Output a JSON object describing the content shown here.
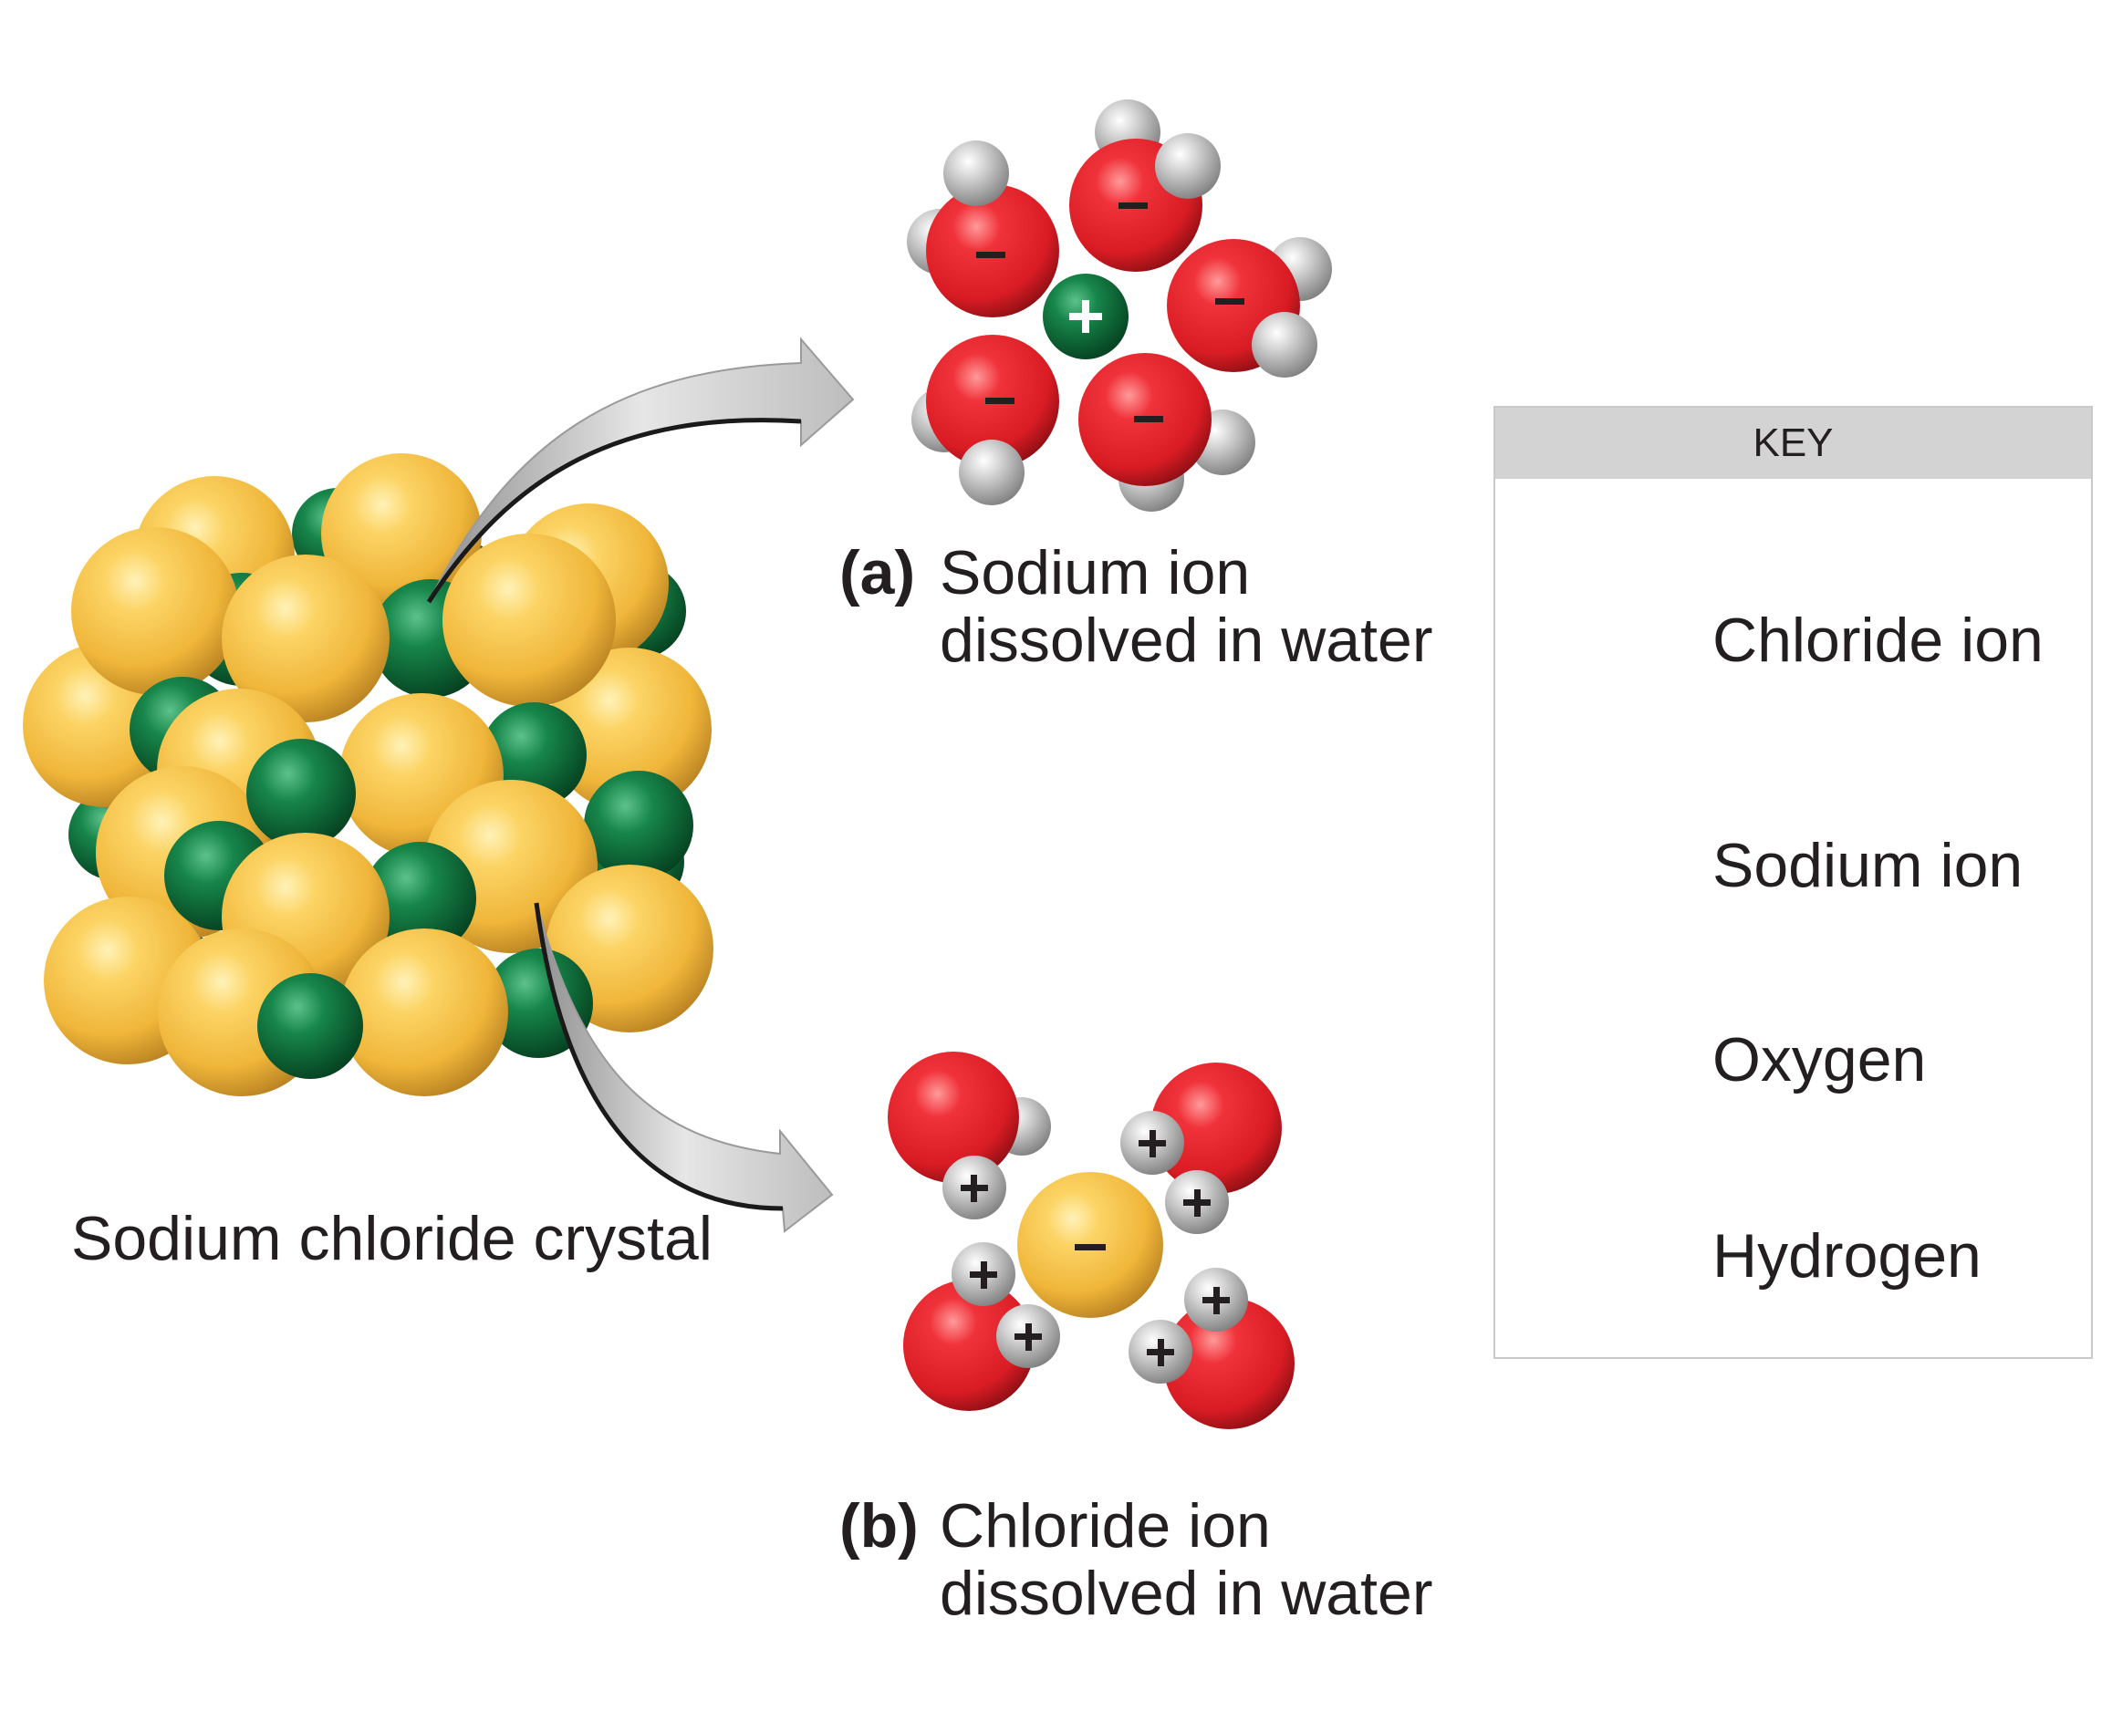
{
  "figure": {
    "crystal_label": "Sodium chloride crystal",
    "panel_a": {
      "tag": "(a)",
      "line1": "Sodium ion",
      "line2": "dissolved in water",
      "center_charge": "+",
      "water_charge": "–"
    },
    "panel_b": {
      "tag": "(b)",
      "line1": "Chloride ion",
      "line2": "dissolved in water",
      "center_charge": "–",
      "water_charge": "+"
    }
  },
  "key": {
    "title": "KEY",
    "items": [
      {
        "label": "Chloride ion",
        "color": "#f2b43a"
      },
      {
        "label": "Sodium ion",
        "color": "#0f7a3e"
      },
      {
        "label": "Oxygen",
        "color": "#e3222b"
      },
      {
        "label": "Hydrogen",
        "color": "#c4c4c4"
      }
    ]
  }
}
